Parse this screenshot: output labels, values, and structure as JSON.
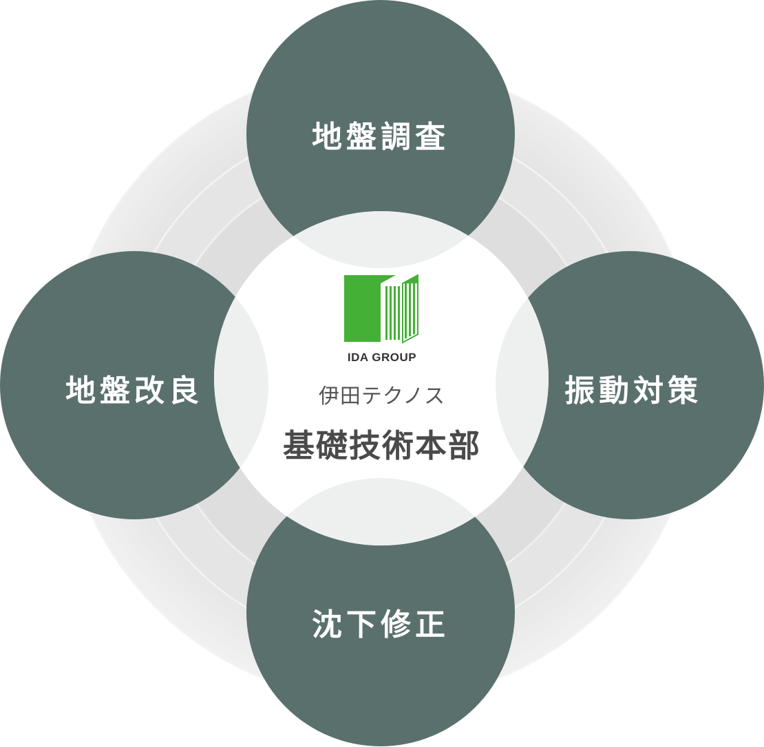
{
  "nodes": {
    "top": "地盤調査",
    "left": "地盤改良",
    "right": "振動対策",
    "bottom": "沈下修正"
  },
  "center": {
    "brand": "IDA GROUP",
    "company": "伊田テクノス",
    "division": "基礎技術本部"
  },
  "colors": {
    "node_fill": "#5a706d",
    "center_fill": "#ffffff",
    "logo_green": "#44b035",
    "ring_outer": "#e9e9e9",
    "ring_mid": "#e1e1e1",
    "ring_inner": "#d8d8d8"
  },
  "icons": {
    "logo": "ida-group-building-logo"
  }
}
